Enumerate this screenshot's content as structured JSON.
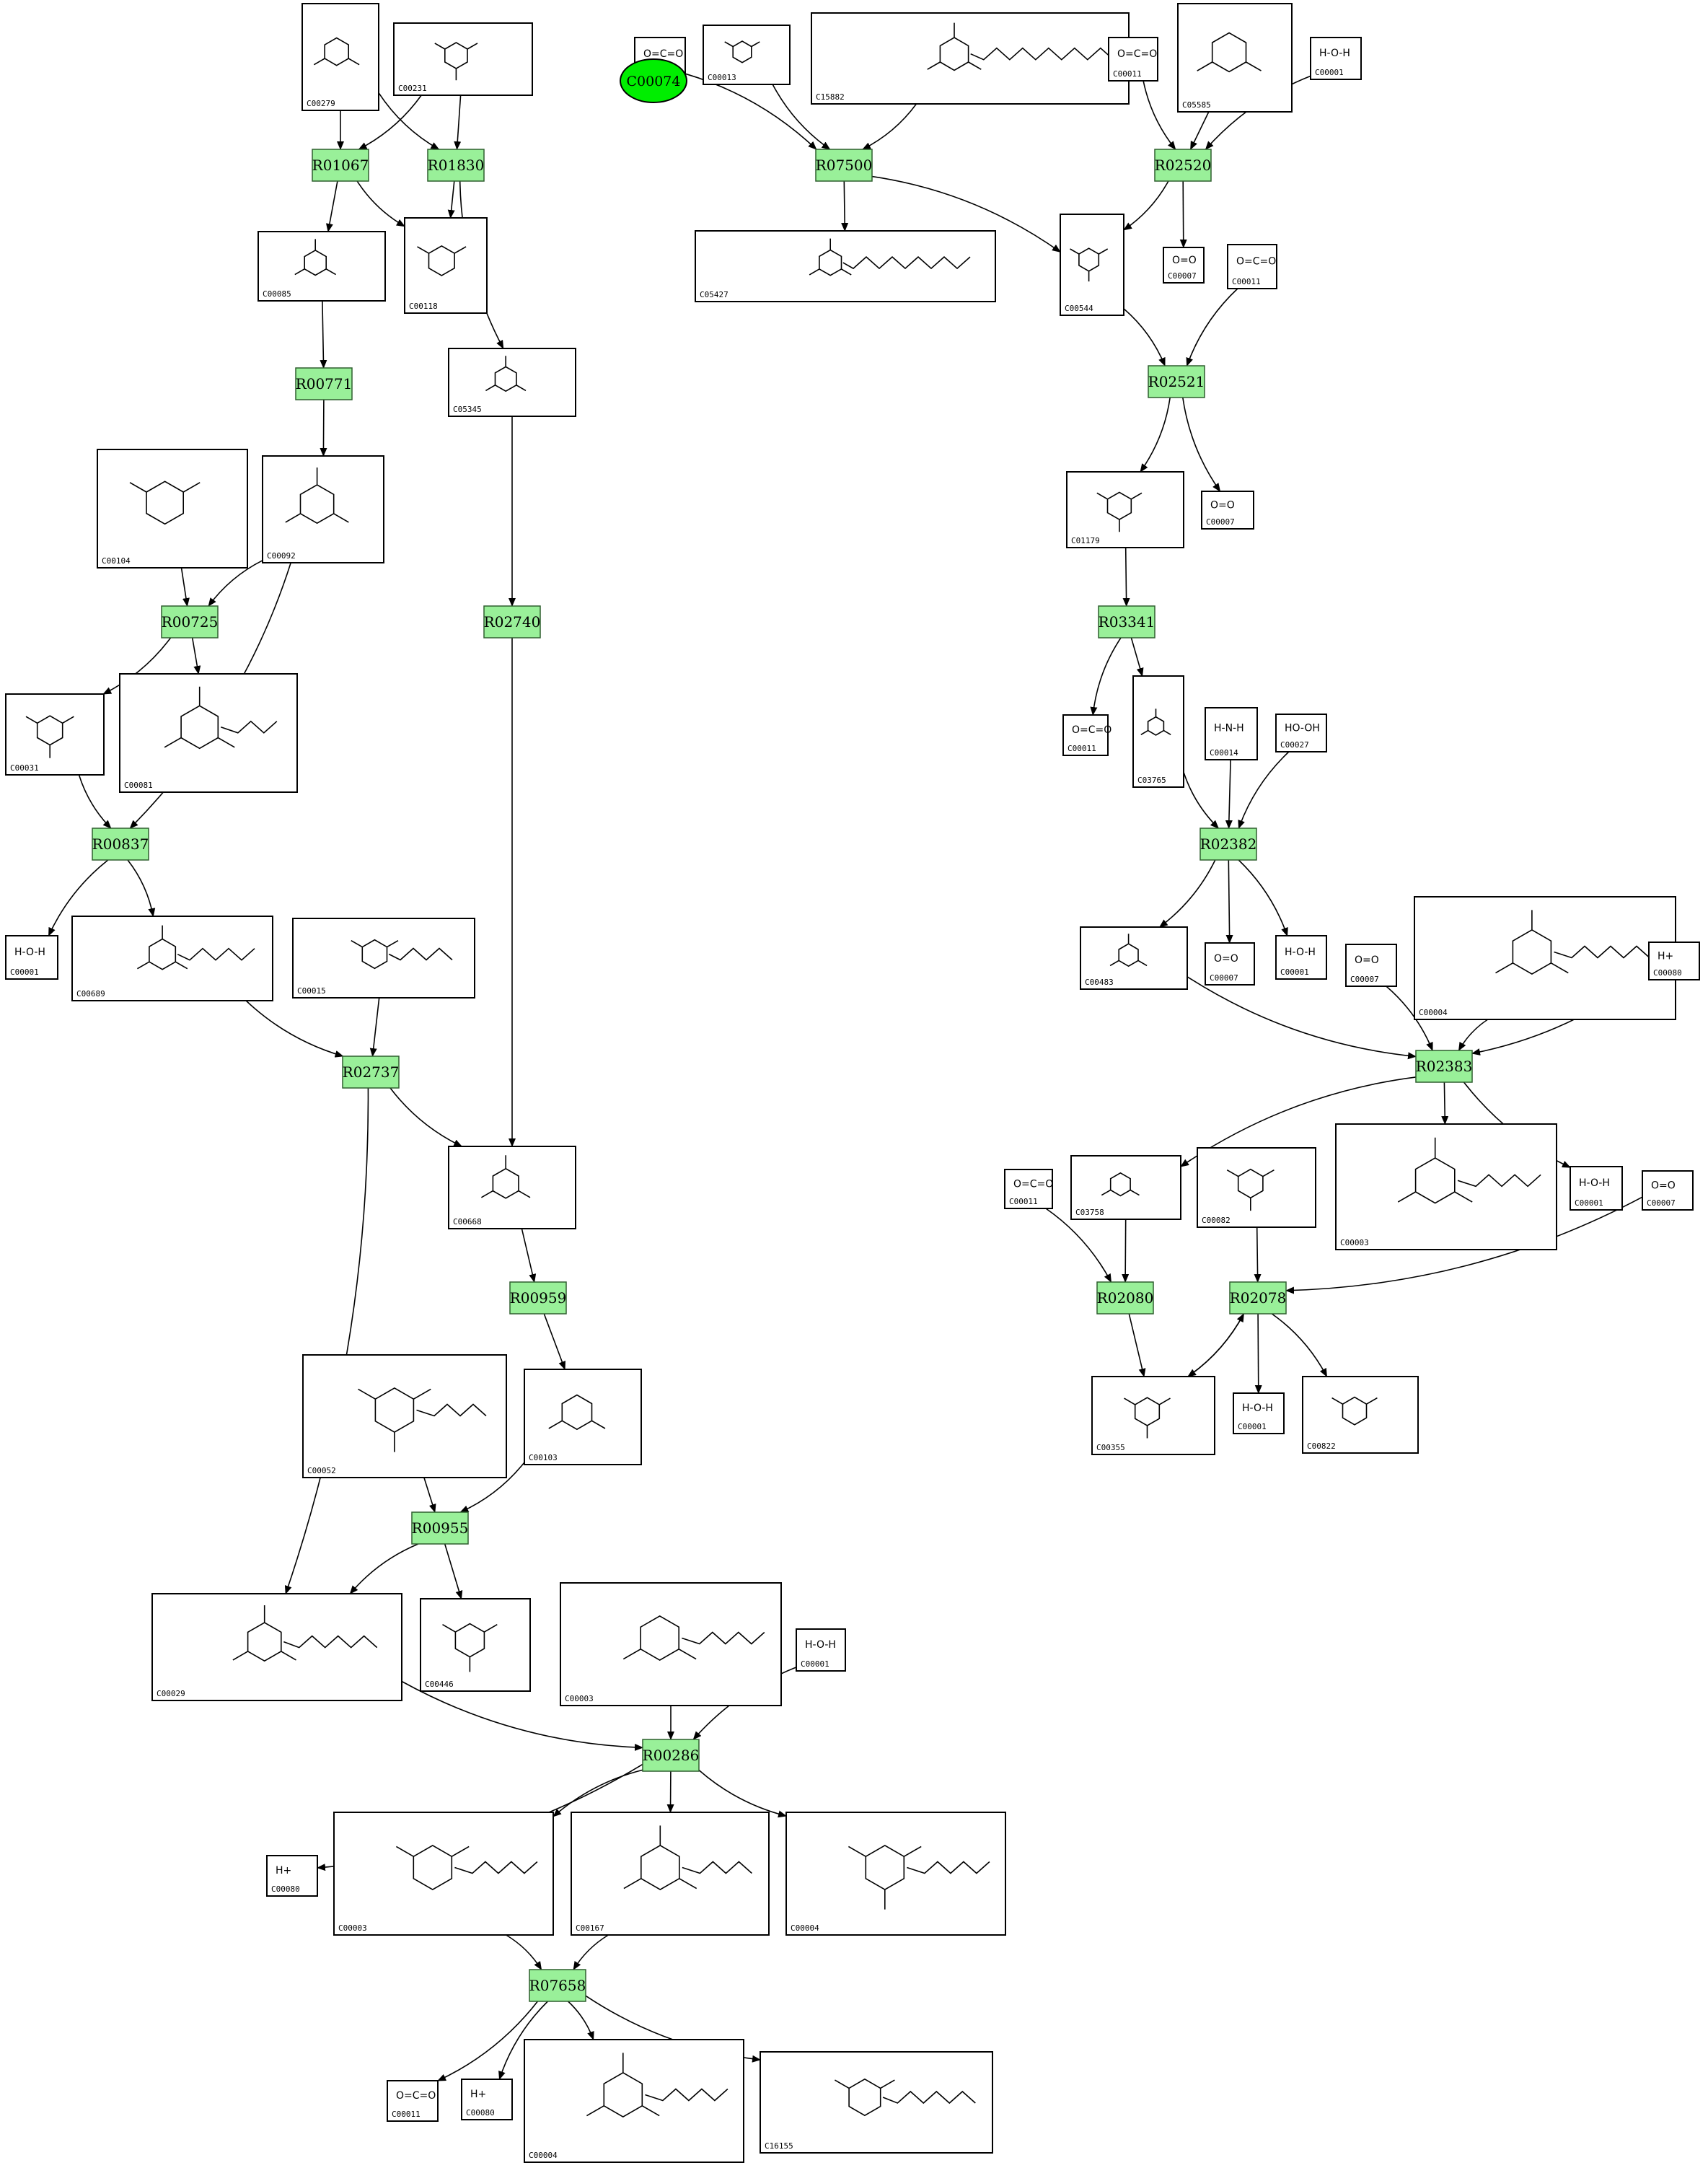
{
  "diagram": {
    "start": {
      "id": "C00074",
      "color": "#00ee00"
    },
    "reaction_color": "#99f099",
    "reactions": [
      "R01067",
      "R01830",
      "R07500",
      "R02520",
      "R00771",
      "R02521",
      "R00725",
      "R02740",
      "R03341",
      "R00837",
      "R02382",
      "R02737",
      "R02383",
      "R00959",
      "R02080",
      "R02078",
      "R00955",
      "R00286",
      "R07658"
    ],
    "compounds": [
      {
        "id": "C00279",
        "formula": ""
      },
      {
        "id": "C00231",
        "formula": ""
      },
      {
        "id": "C00011",
        "formula": "O=C=O"
      },
      {
        "id": "C00013",
        "formula": ""
      },
      {
        "id": "C15882",
        "formula": ""
      },
      {
        "id": "C00011",
        "formula": "O=C=O"
      },
      {
        "id": "C05585",
        "formula": ""
      },
      {
        "id": "C00001",
        "formula": "H-O-H"
      },
      {
        "id": "C00085",
        "formula": ""
      },
      {
        "id": "C00118",
        "formula": ""
      },
      {
        "id": "C05427",
        "formula": ""
      },
      {
        "id": "C00544",
        "formula": ""
      },
      {
        "id": "C00007",
        "formula": "O=O"
      },
      {
        "id": "C00011",
        "formula": "O=C=O"
      },
      {
        "id": "C05345",
        "formula": ""
      },
      {
        "id": "C00104",
        "formula": ""
      },
      {
        "id": "C00092",
        "formula": ""
      },
      {
        "id": "C01179",
        "formula": ""
      },
      {
        "id": "C00007",
        "formula": "O=O"
      },
      {
        "id": "C00031",
        "formula": ""
      },
      {
        "id": "C00081",
        "formula": ""
      },
      {
        "id": "C00011",
        "formula": "O=C=O"
      },
      {
        "id": "C03765",
        "formula": ""
      },
      {
        "id": "C00014",
        "formula": "H-N-H"
      },
      {
        "id": "C00027",
        "formula": "HO-OH"
      },
      {
        "id": "C00001",
        "formula": "H-O-H"
      },
      {
        "id": "C00689",
        "formula": ""
      },
      {
        "id": "C00015",
        "formula": ""
      },
      {
        "id": "C00483",
        "formula": ""
      },
      {
        "id": "C00007",
        "formula": "O=O"
      },
      {
        "id": "C00001",
        "formula": "H-O-H"
      },
      {
        "id": "C00007",
        "formula": "O=O"
      },
      {
        "id": "C00004",
        "formula": ""
      },
      {
        "id": "C00080",
        "formula": "H+"
      },
      {
        "id": "C00668",
        "formula": ""
      },
      {
        "id": "C00011",
        "formula": "O=C=O"
      },
      {
        "id": "C03758",
        "formula": ""
      },
      {
        "id": "C00082",
        "formula": ""
      },
      {
        "id": "C00003",
        "formula": ""
      },
      {
        "id": "C00001",
        "formula": "H-O-H"
      },
      {
        "id": "C00007",
        "formula": "O=O"
      },
      {
        "id": "C00052",
        "formula": ""
      },
      {
        "id": "C00103",
        "formula": ""
      },
      {
        "id": "C00355",
        "formula": ""
      },
      {
        "id": "C00001",
        "formula": "H-O-H"
      },
      {
        "id": "C00822",
        "formula": ""
      },
      {
        "id": "C00029",
        "formula": ""
      },
      {
        "id": "C00446",
        "formula": ""
      },
      {
        "id": "C00003",
        "formula": ""
      },
      {
        "id": "C00001",
        "formula": "H-O-H"
      },
      {
        "id": "C00080",
        "formula": "H+"
      },
      {
        "id": "C00003",
        "formula": ""
      },
      {
        "id": "C00167",
        "formula": ""
      },
      {
        "id": "C00004",
        "formula": ""
      },
      {
        "id": "C00011",
        "formula": "O=C=O"
      },
      {
        "id": "C00080",
        "formula": "H+"
      },
      {
        "id": "C00004",
        "formula": ""
      },
      {
        "id": "C16155",
        "formula": ""
      }
    ]
  }
}
